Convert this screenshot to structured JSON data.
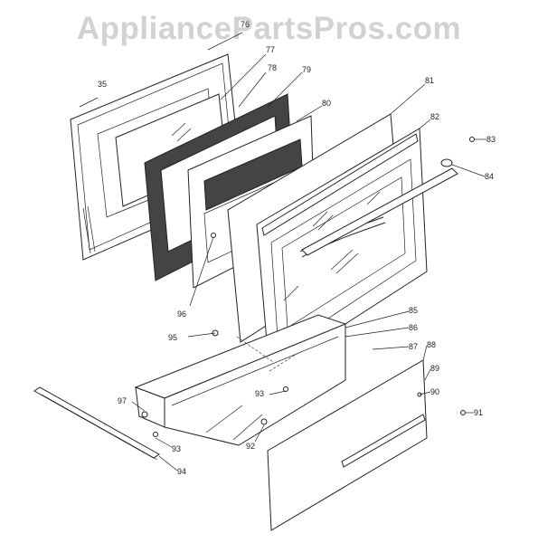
{
  "watermark": "AppliancePartsPros.com",
  "callouts": {
    "c35": "35",
    "c76": "76",
    "c77": "77",
    "c78": "78",
    "c79": "79",
    "c80": "80",
    "c81": "81",
    "c82": "82",
    "c83": "83",
    "c84": "84",
    "c85": "85",
    "c86": "86",
    "c87": "87",
    "c88": "88",
    "c89": "89",
    "c90": "90",
    "c91": "91",
    "c92": "92",
    "c93a": "93",
    "c93b": "93",
    "c94": "94",
    "c95": "95",
    "c96": "96",
    "c97": "97"
  }
}
